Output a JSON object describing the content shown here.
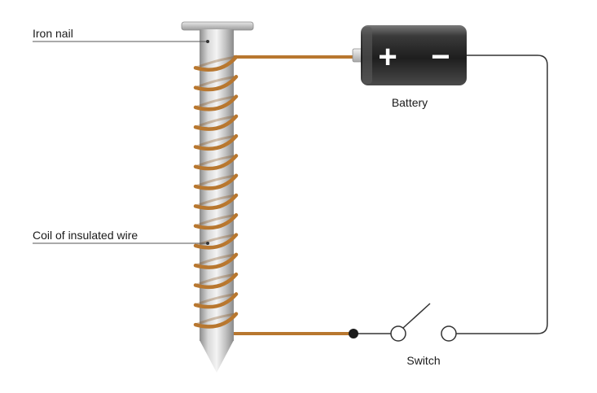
{
  "labels": {
    "iron_nail": "Iron nail",
    "coil": "Coil of insulated wire",
    "battery": "Battery",
    "switch": "Switch"
  },
  "battery_symbols": {
    "positive": "+",
    "negative": "−"
  },
  "colors": {
    "copper_wire": "#b8772f",
    "copper_wire_dark": "#8a5520",
    "circuit_wire": "#333333",
    "battery_body": "#2b2b2b",
    "nail": "#b9b9b9"
  },
  "icons": [
    "iron-nail-icon",
    "coil-icon",
    "battery-icon",
    "switch-icon"
  ]
}
